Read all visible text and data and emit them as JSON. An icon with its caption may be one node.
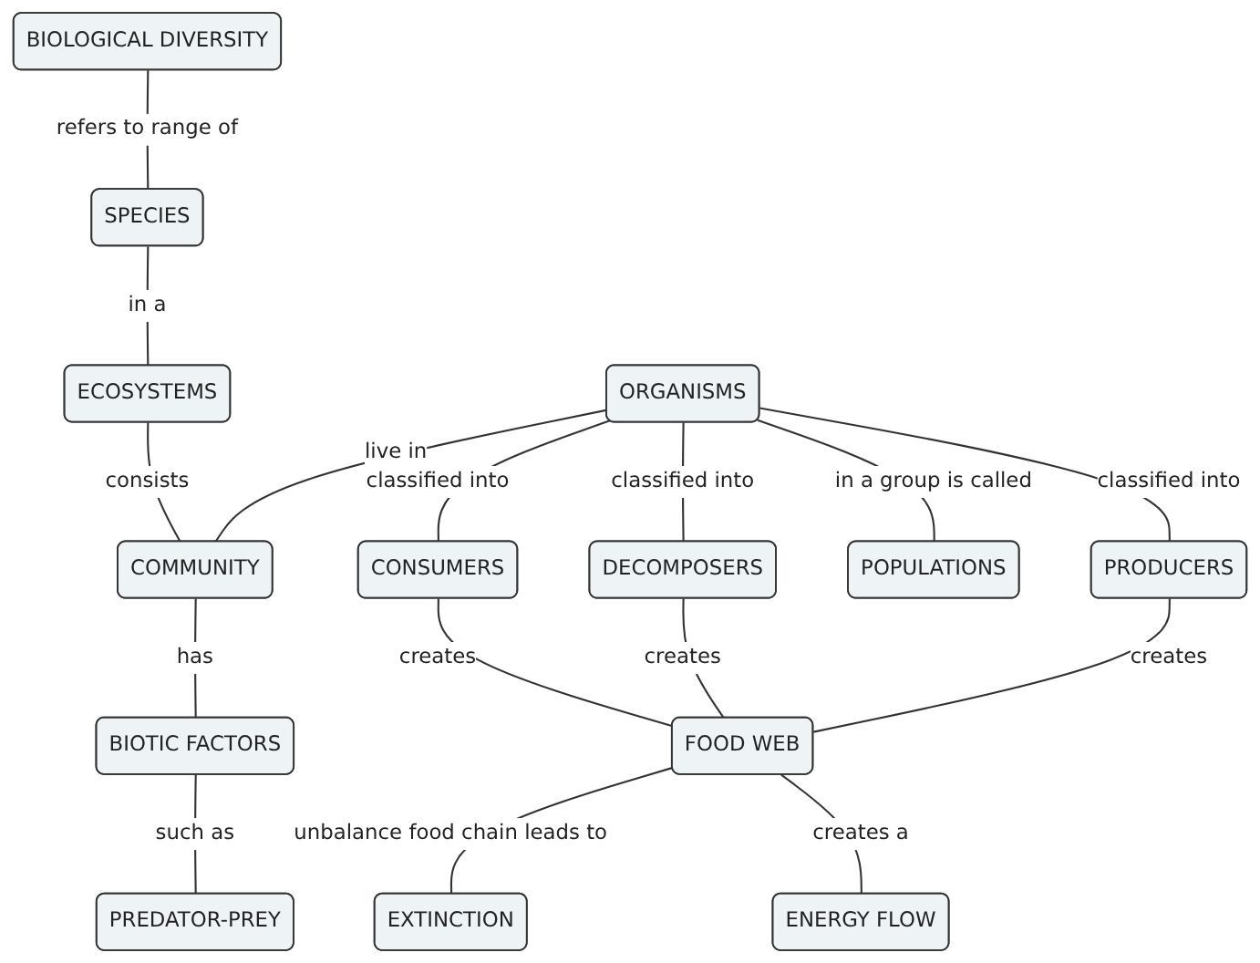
{
  "diagram": {
    "nodes": [
      {
        "text": [
          "BIOLOGICAL DIVERSITY"
        ]
      },
      {
        "text": [
          "SPECIES"
        ]
      },
      {
        "text": [
          "ORGANISMS"
        ]
      },
      {
        "text": [
          "ECOSYSTEMS"
        ]
      },
      {
        "text": [
          "CONSUMERS"
        ]
      },
      {
        "text": [
          "DECOMPOSERS"
        ]
      },
      {
        "text": [
          "PRODUCERS"
        ]
      },
      {
        "text": [
          "POPULATIONS"
        ]
      },
      {
        "text": [
          "COMMUNITY"
        ]
      },
      {
        "text": [
          "FOOD WEB"
        ]
      },
      {
        "text": [
          "BIOTIC FACTORS"
        ]
      },
      {
        "text": [
          "EXTINCTION"
        ]
      },
      {
        "text": [
          "ENERGY FLOW"
        ]
      },
      {
        "text": [
          "PREDATOR-PREY"
        ]
      }
    ],
    "edges": [
      {
        "from": 0,
        "to": 1,
        "arrow": "none",
        "label": "refers to range of"
      },
      {
        "from": 1,
        "to": 3,
        "arrow": "none",
        "label": "in a"
      },
      {
        "from": 2,
        "to": 4,
        "arrow": "none",
        "label": "classified into"
      },
      {
        "from": 2,
        "to": 5,
        "arrow": "none",
        "label": "classified into"
      },
      {
        "from": 2,
        "to": 6,
        "arrow": "none",
        "label": "classified into"
      },
      {
        "from": 2,
        "to": 7,
        "arrow": "none",
        "label": "in a group is called"
      },
      {
        "from": 3,
        "to": 8,
        "arrow": "none",
        "label": "consists"
      },
      {
        "from": 2,
        "to": 8,
        "arrow": "none",
        "label": "live in"
      },
      {
        "from": 4,
        "to": 9,
        "arrow": "none",
        "label": "creates"
      },
      {
        "from": 5,
        "to": 9,
        "arrow": "none",
        "label": "creates"
      },
      {
        "from": 6,
        "to": 9,
        "arrow": "none",
        "label": "creates"
      },
      {
        "from": 8,
        "to": 10,
        "arrow": "none",
        "label": "has"
      },
      {
        "from": 9,
        "to": 11,
        "arrow": "none",
        "label": "unbalance food chain leads to"
      },
      {
        "from": 9,
        "to": 12,
        "arrow": "none",
        "label": "creates a"
      },
      {
        "from": 10,
        "to": 13,
        "arrow": "none",
        "label": "such as"
      }
    ]
  }
}
